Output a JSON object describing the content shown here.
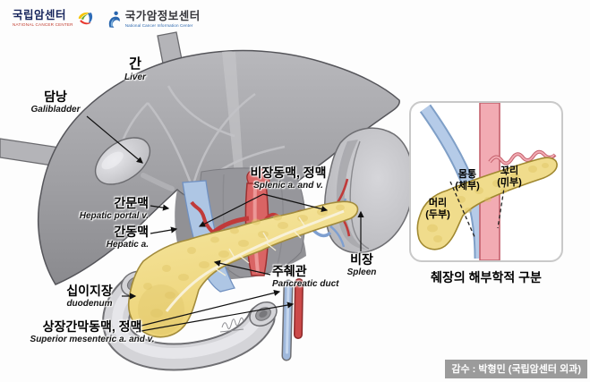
{
  "header": {
    "ncc": {
      "kr": "국립암센터",
      "en": "NATIONAL CANCER CENTER"
    },
    "ncic": {
      "kr": "국가암정보센터",
      "en": "National Cancer Information Center"
    }
  },
  "labels": {
    "liver": {
      "kr": "간",
      "en": "Liver"
    },
    "gallbladder": {
      "kr": "담낭",
      "en": "Galibladder"
    },
    "splenic_vessels": {
      "kr": "비장동맥, 정맥",
      "en": "Splenic a. and v."
    },
    "hepatic_portal": {
      "kr": "간문맥",
      "en": "Hepatic portal v."
    },
    "hepatic_artery": {
      "kr": "간동맥",
      "en": "Hepatic a."
    },
    "duodenum": {
      "kr": "십이지장",
      "en": "duodenum"
    },
    "superior_mesenteric": {
      "kr": "상장간막동맥, 정맥",
      "en": "Superior mesenteric a. and v."
    },
    "pancreatic_duct": {
      "kr": "주췌관",
      "en": "Pancreatic duct"
    },
    "spleen": {
      "kr": "비장",
      "en": "Spleen"
    }
  },
  "inset": {
    "head": {
      "line1": "머리",
      "line2": "(두부)"
    },
    "body": {
      "line1": "몸통",
      "line2": "(체부)"
    },
    "tail": {
      "line1": "꼬리",
      "line2": "(미부)"
    },
    "caption": "췌장의 해부학적 구분"
  },
  "credit": "감수 : 박형민 (국립암센터 외과)",
  "colors": {
    "pancreas": "#f0dc8c",
    "artery": "#cc4444",
    "vein": "#8fb0d8",
    "organ_gray": "#a8a8ac",
    "credit_badge": "#9b9b9b",
    "inset_border": "#c9c9c9"
  }
}
